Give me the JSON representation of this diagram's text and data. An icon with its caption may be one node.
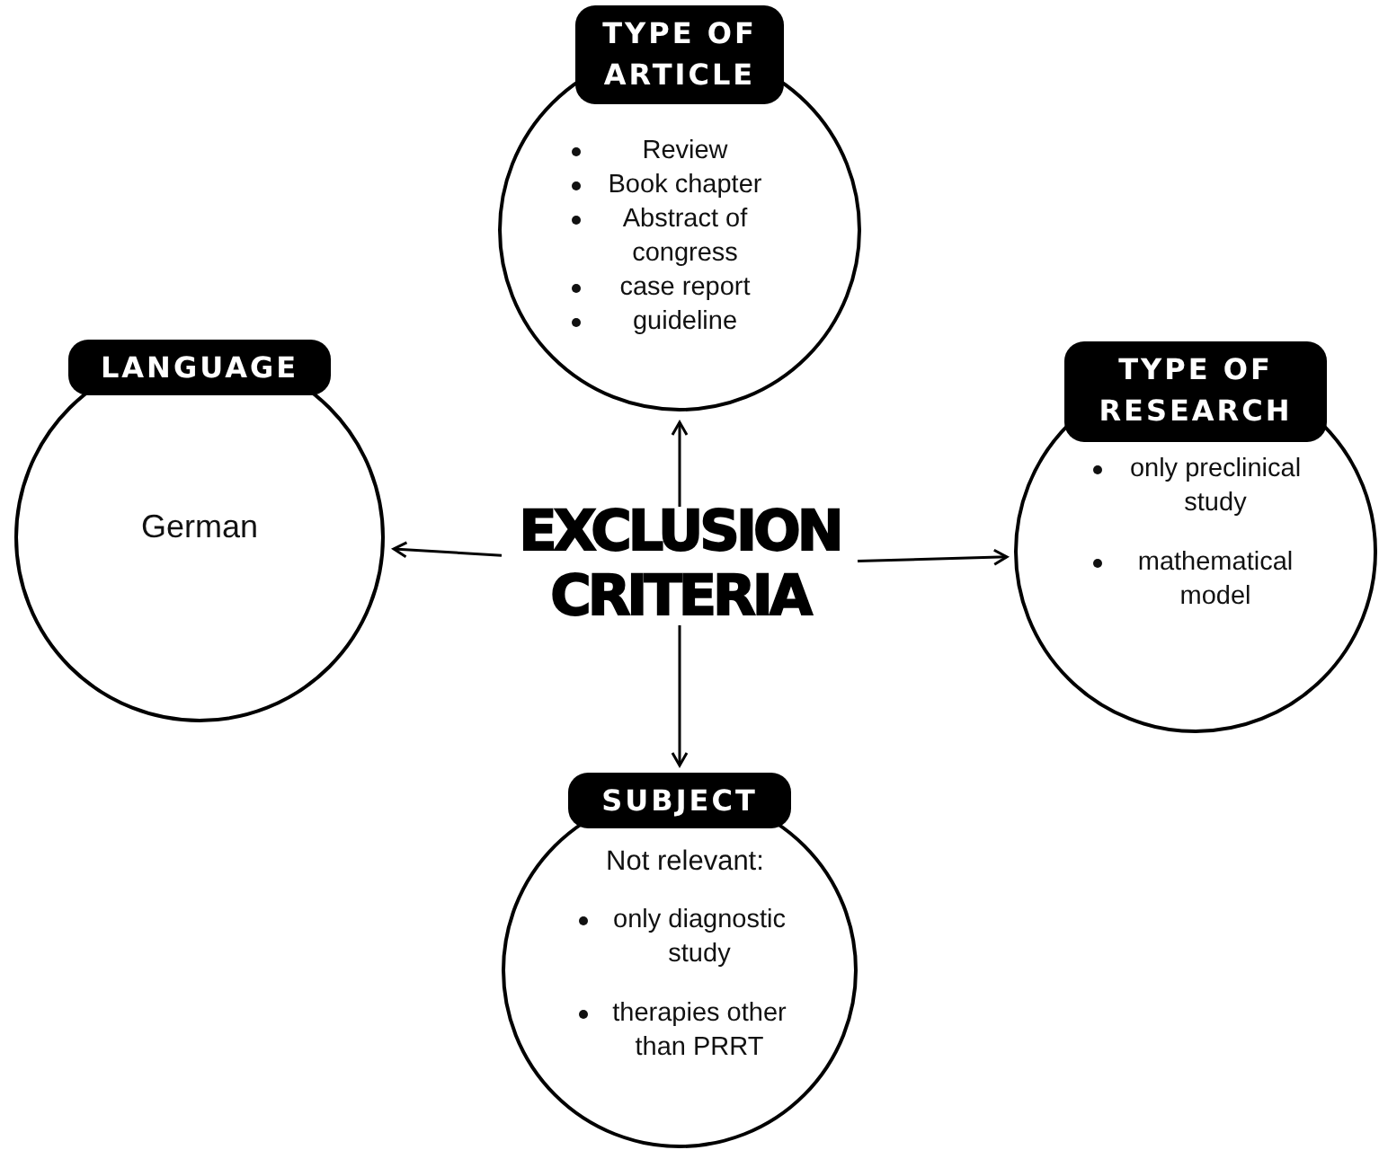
{
  "diagram": {
    "nodes": [
      {
        "text": [
          "TYPE OF ARTICLE",
          "Review",
          "Book chapter",
          "Abstract of congress",
          "case report",
          "guideline"
        ]
      },
      {
        "text": [
          "LANGUAGE",
          "German"
        ]
      },
      {
        "text": [
          "EXCLUSION CRITERIA"
        ]
      },
      {
        "text": [
          "TYPE OF RESEARCH",
          "only preclinical study",
          "mathematical model"
        ]
      },
      {
        "text": [
          "SUBJECT",
          "Not relevant:",
          "only diagnostic study",
          "therapies other than PRRT"
        ]
      }
    ],
    "edges": [
      {
        "from": 2,
        "to": 0,
        "arrow": "to"
      },
      {
        "from": 2,
        "to": 1,
        "arrow": "to"
      },
      {
        "from": 2,
        "to": 3,
        "arrow": "to"
      },
      {
        "from": 2,
        "to": 4,
        "arrow": "to"
      }
    ]
  }
}
